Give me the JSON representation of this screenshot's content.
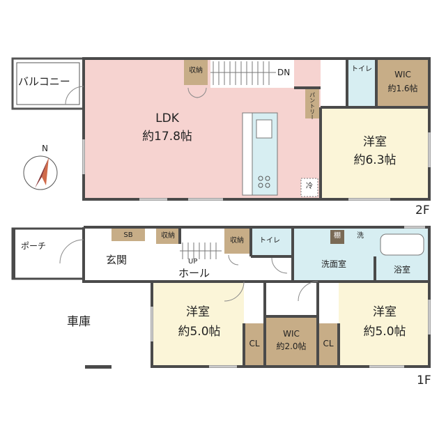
{
  "colors": {
    "wall": "#4a4a4a",
    "ldk": "#f6d3d0",
    "bedroom": "#fbf5d8",
    "storage": "#c7ad87",
    "wet": "#d7eef2",
    "white": "#ffffff"
  },
  "floor2": {
    "level": "2F",
    "balcony": "バルコニー",
    "ldk_name": "LDK",
    "ldk_size": "約17.8帖",
    "storage": "収納",
    "stairs_dn": "DN",
    "pantry": "パントリー",
    "fridge": "冷",
    "toilet": "トイレ",
    "wic_name": "WIC",
    "wic_size": "約1.6帖",
    "bedroom_name": "洋室",
    "bedroom_size": "約6.3帖",
    "compass": "N"
  },
  "floor1": {
    "level": "1F",
    "porch": "ポーチ",
    "entrance": "玄関",
    "shoe_box": "SB",
    "storage_a": "収納",
    "storage_b": "収納",
    "stairs_up": "UP",
    "hall": "ホール",
    "toilet": "トイレ",
    "washroom": "洗面室",
    "shelf": "棚",
    "laundry": "洗",
    "bathroom": "浴室",
    "garage": "車庫",
    "bedroom_left_name": "洋室",
    "bedroom_left_size": "約5.0帖",
    "bedroom_right_name": "洋室",
    "bedroom_right_size": "約5.0帖",
    "closet_left": "CL",
    "closet_right": "CL",
    "wic_name": "WIC",
    "wic_size": "約2.0帖"
  }
}
